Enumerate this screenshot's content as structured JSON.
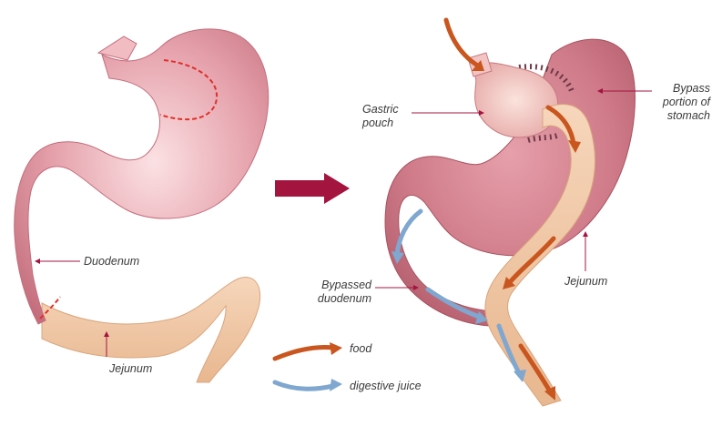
{
  "labels": {
    "duodenum": "Duodenum",
    "jejunum_before": "Jejunum",
    "gastric_pouch_line1": "Gastric",
    "gastric_pouch_line2": "pouch",
    "bypass_line1": "Bypass",
    "bypass_line2": "portion of",
    "bypass_line3": "stomach",
    "jejunum_after": "Jejunum",
    "bypassed_duodenum_line1": "Bypassed",
    "bypassed_duodenum_line2": "duodenum"
  },
  "legend": {
    "food": "food",
    "digestive_juice": "digestive juice"
  },
  "colors": {
    "stomach": "#d98a96",
    "stomach_dark": "#b85f70",
    "stomach_light": "#f3c6cc",
    "intestine": "#f0c7a4",
    "intestine_edge": "#d9a57d",
    "food_arrow": "#c9561e",
    "juice_arrow": "#7fa7cf",
    "transition_arrow": "#a3143f",
    "pointer_line": "#a3143f",
    "cut_line": "#e0302a"
  },
  "icons": {
    "transition": "right-arrow-icon",
    "food": "curved-arrow-icon",
    "digestive_juice": "curved-arrow-icon"
  }
}
